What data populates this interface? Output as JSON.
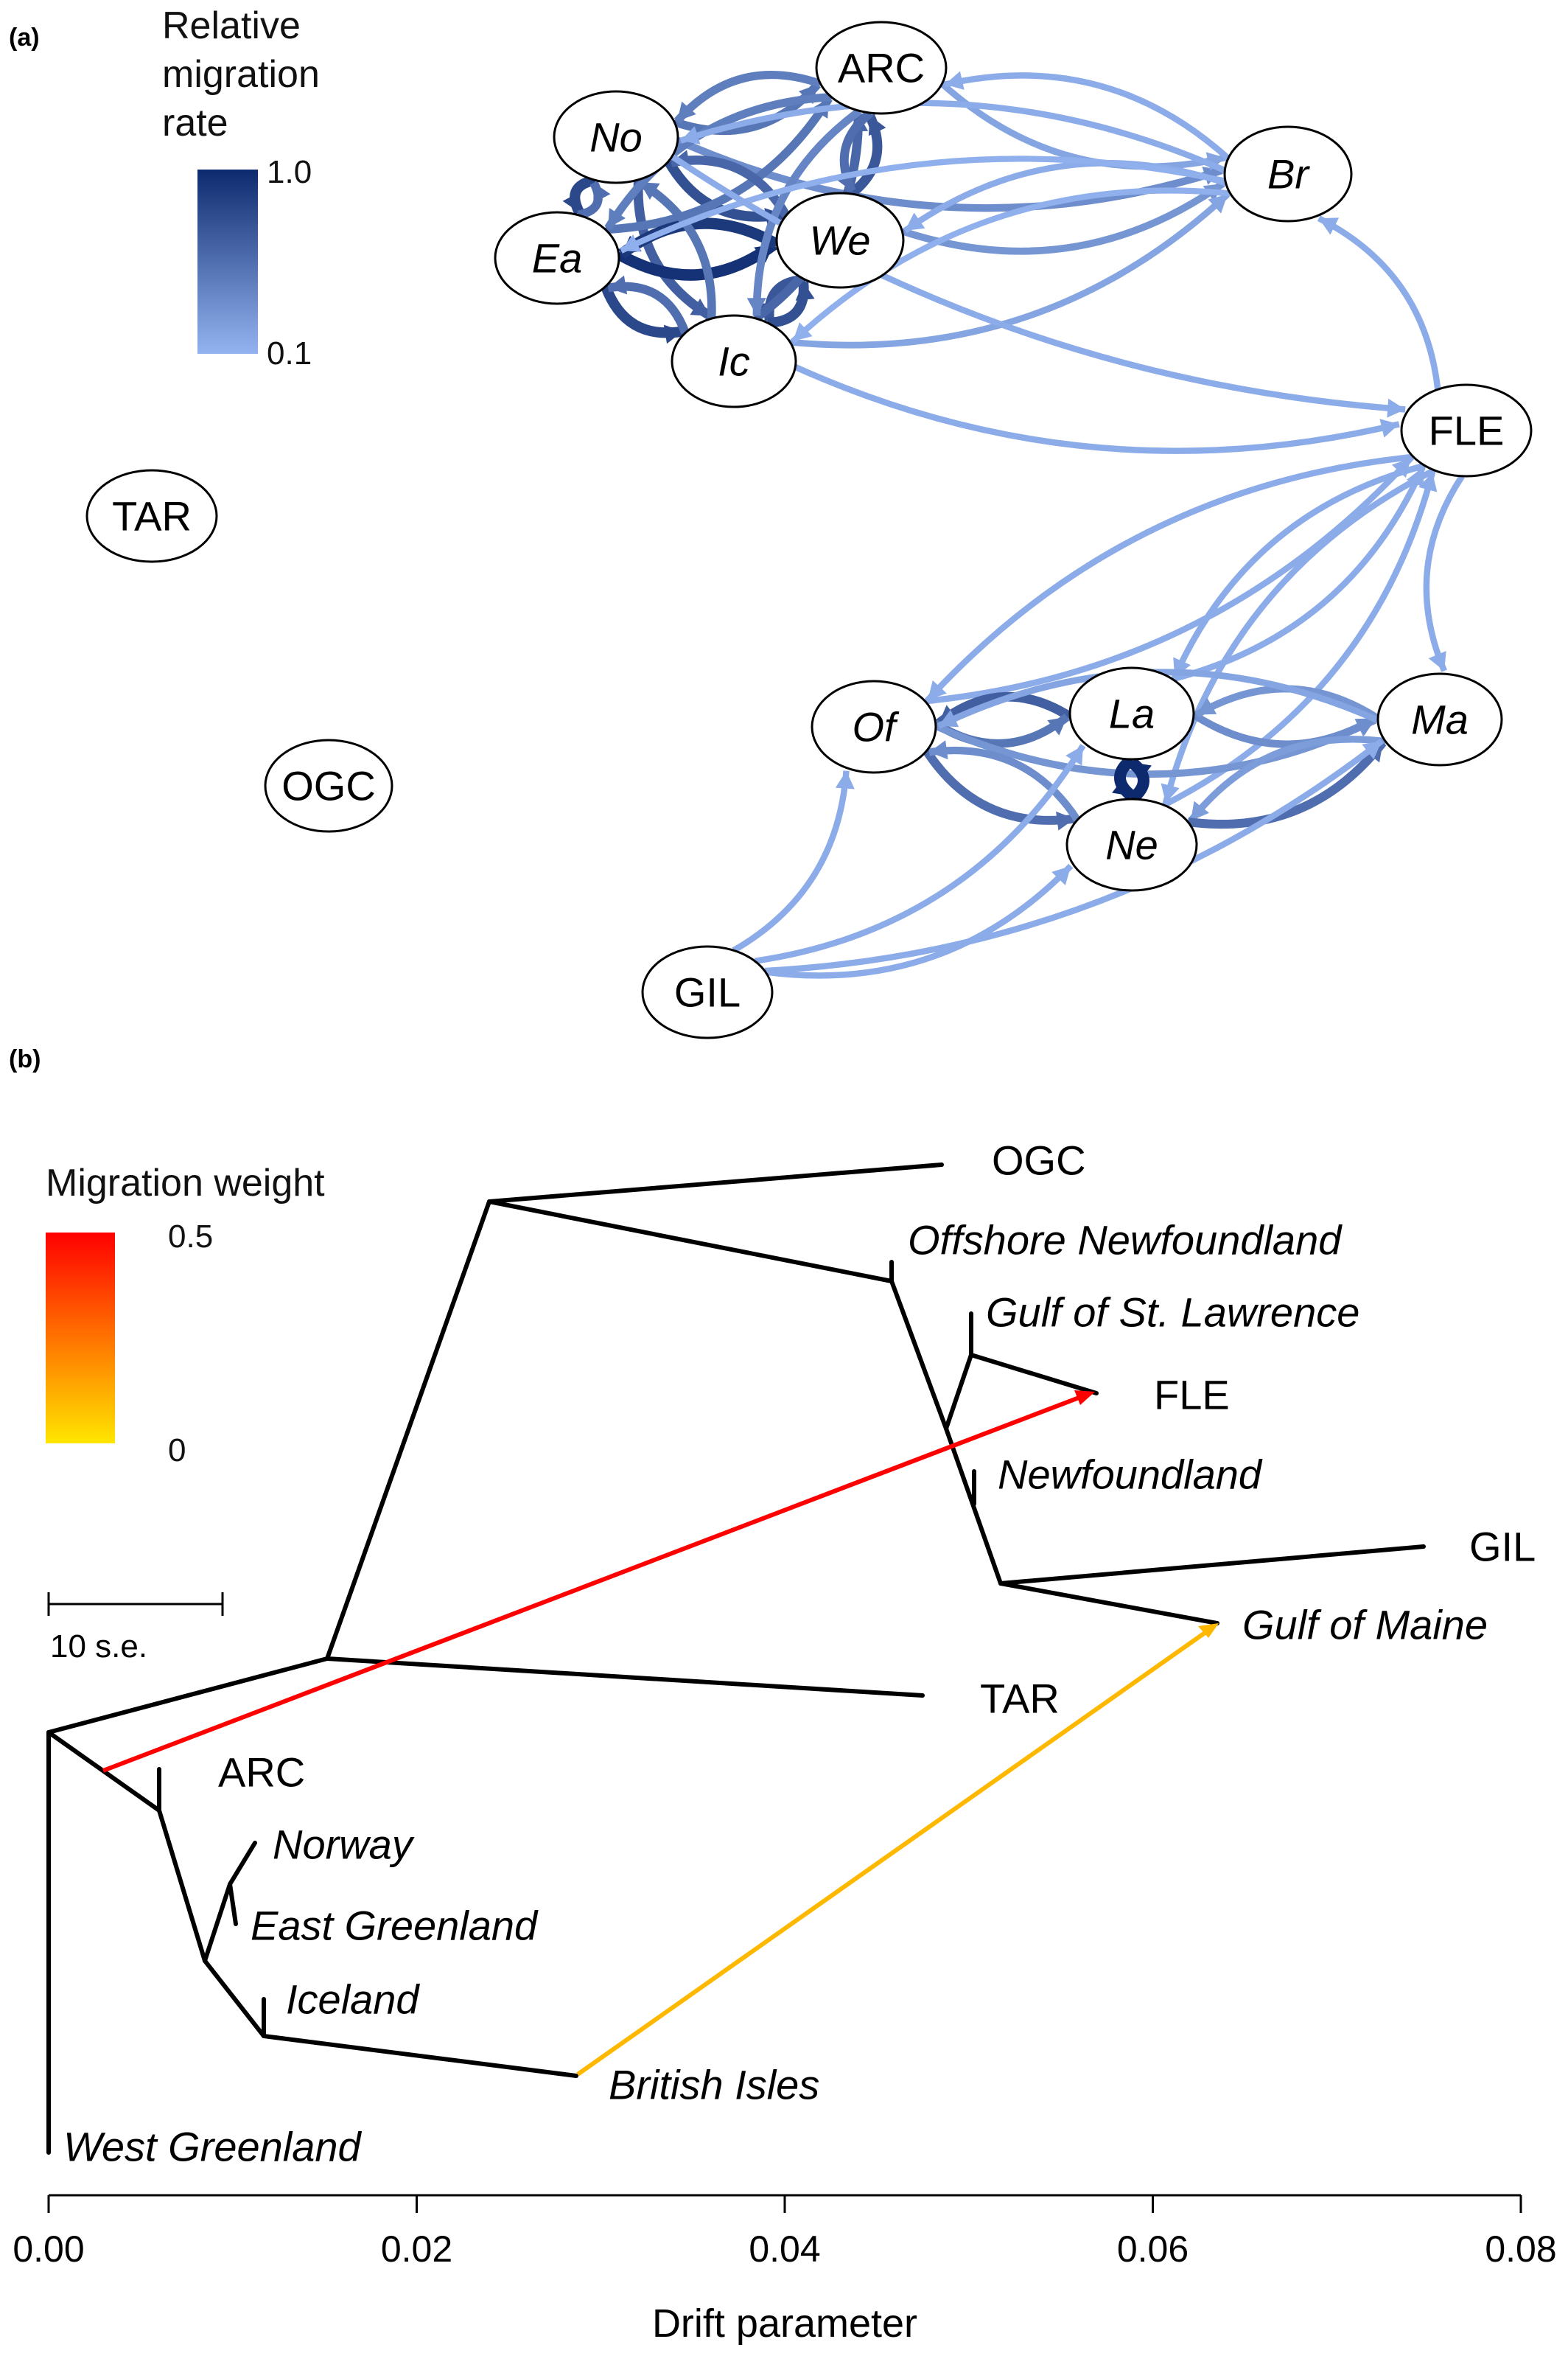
{
  "panel_a": {
    "label": "(a)",
    "legend": {
      "title_lines": [
        "Relative",
        "migration",
        "rate"
      ],
      "max_label": "1.0",
      "min_label": "0.1",
      "color_max": "#0d2a6e",
      "color_min": "#93b3f0"
    },
    "nodes": [
      {
        "id": "ARC",
        "label": "ARC",
        "italic": false
      },
      {
        "id": "No",
        "label": "No",
        "italic": true
      },
      {
        "id": "Br",
        "label": "Br",
        "italic": true
      },
      {
        "id": "Ea",
        "label": "Ea",
        "italic": true
      },
      {
        "id": "We",
        "label": "We",
        "italic": true
      },
      {
        "id": "Ic",
        "label": "Ic",
        "italic": true
      },
      {
        "id": "FLE",
        "label": "FLE",
        "italic": false
      },
      {
        "id": "TAR",
        "label": "TAR",
        "italic": false
      },
      {
        "id": "Of",
        "label": "Of",
        "italic": true
      },
      {
        "id": "La",
        "label": "La",
        "italic": true
      },
      {
        "id": "Ma",
        "label": "Ma",
        "italic": true
      },
      {
        "id": "OGC",
        "label": "OGC",
        "italic": false
      },
      {
        "id": "Ne",
        "label": "Ne",
        "italic": true
      },
      {
        "id": "GIL",
        "label": "GIL",
        "italic": false
      }
    ],
    "edges": [
      {
        "from": "No",
        "to": "Ea",
        "rate": 0.8
      },
      {
        "from": "No",
        "to": "We",
        "rate": 0.75
      },
      {
        "from": "No",
        "to": "Ic",
        "rate": 0.65
      },
      {
        "from": "No",
        "to": "ARC",
        "rate": 0.5
      },
      {
        "from": "No",
        "to": "Br",
        "rate": 0.35
      },
      {
        "from": "Ea",
        "to": "We",
        "rate": 0.95
      },
      {
        "from": "Ea",
        "to": "Ic",
        "rate": 0.8
      },
      {
        "from": "Ea",
        "to": "No",
        "rate": 0.55
      },
      {
        "from": "Ea",
        "to": "ARC",
        "rate": 0.5
      },
      {
        "from": "We",
        "to": "Ea",
        "rate": 0.9
      },
      {
        "from": "We",
        "to": "No",
        "rate": 0.6
      },
      {
        "from": "We",
        "to": "Ic",
        "rate": 0.7
      },
      {
        "from": "We",
        "to": "ARC",
        "rate": 0.7
      },
      {
        "from": "We",
        "to": "Br",
        "rate": 0.3
      },
      {
        "from": "Ic",
        "to": "We",
        "rate": 0.75
      },
      {
        "from": "Ic",
        "to": "Ea",
        "rate": 0.55
      },
      {
        "from": "Ic",
        "to": "No",
        "rate": 0.5
      },
      {
        "from": "Ic",
        "to": "ARC",
        "rate": 0.6
      },
      {
        "from": "Ic",
        "to": "Br",
        "rate": 0.2
      },
      {
        "from": "ARC",
        "to": "No",
        "rate": 0.45
      },
      {
        "from": "ARC",
        "to": "We",
        "rate": 0.55
      },
      {
        "from": "ARC",
        "to": "Ea",
        "rate": 0.45
      },
      {
        "from": "ARC",
        "to": "Ic",
        "rate": 0.4
      },
      {
        "from": "ARC",
        "to": "Br",
        "rate": 0.2
      },
      {
        "from": "Br",
        "to": "ARC",
        "rate": 0.15
      },
      {
        "from": "Br",
        "to": "No",
        "rate": 0.15
      },
      {
        "from": "Br",
        "to": "We",
        "rate": 0.15
      },
      {
        "from": "Br",
        "to": "Ea",
        "rate": 0.12
      },
      {
        "from": "Br",
        "to": "Ic",
        "rate": 0.12
      },
      {
        "from": "No",
        "to": "FLE",
        "rate": 0.15
      },
      {
        "from": "Ic",
        "to": "FLE",
        "rate": 0.15
      },
      {
        "from": "FLE",
        "to": "Br",
        "rate": 0.15
      },
      {
        "from": "FLE",
        "to": "Of",
        "rate": 0.15
      },
      {
        "from": "FLE",
        "to": "Ma",
        "rate": 0.15
      },
      {
        "from": "FLE",
        "to": "La",
        "rate": 0.15
      },
      {
        "from": "FLE",
        "to": "Ne",
        "rate": 0.15
      },
      {
        "from": "Of",
        "to": "FLE",
        "rate": 0.15
      },
      {
        "from": "La",
        "to": "FLE",
        "rate": 0.15
      },
      {
        "from": "Ne",
        "to": "FLE",
        "rate": 0.15
      },
      {
        "from": "La",
        "to": "Of",
        "rate": 0.65
      },
      {
        "from": "Of",
        "to": "La",
        "rate": 0.5
      },
      {
        "from": "Of",
        "to": "Ne",
        "rate": 0.55
      },
      {
        "from": "Of",
        "to": "Ma",
        "rate": 0.3
      },
      {
        "from": "La",
        "to": "Ne",
        "rate": 1.0
      },
      {
        "from": "Ne",
        "to": "La",
        "rate": 1.0
      },
      {
        "from": "La",
        "to": "Ma",
        "rate": 0.35
      },
      {
        "from": "Ma",
        "to": "La",
        "rate": 0.3
      },
      {
        "from": "Ma",
        "to": "Ne",
        "rate": 0.25
      },
      {
        "from": "Ma",
        "to": "Of",
        "rate": 0.2
      },
      {
        "from": "Ne",
        "to": "Ma",
        "rate": 0.55
      },
      {
        "from": "Ne",
        "to": "Of",
        "rate": 0.35
      },
      {
        "from": "GIL",
        "to": "Of",
        "rate": 0.15
      },
      {
        "from": "GIL",
        "to": "La",
        "rate": 0.15
      },
      {
        "from": "GIL",
        "to": "Ne",
        "rate": 0.15
      },
      {
        "from": "GIL",
        "to": "Ma",
        "rate": 0.15
      }
    ]
  },
  "panel_b": {
    "label": "(b)",
    "legend": {
      "title": "Migration weight",
      "max_label": "0.5",
      "min_label": "0",
      "color_max": "#ff0000",
      "color_min": "#ffe600"
    },
    "scale_bar_label": "10 s.e.",
    "axis": {
      "title": "Drift parameter",
      "ticks": [
        "0.00",
        "0.02",
        "0.04",
        "0.06",
        "0.08"
      ],
      "tick_values": [
        0.0,
        0.02,
        0.04,
        0.06,
        0.08
      ],
      "range": [
        0.0,
        0.08
      ]
    },
    "tips": [
      {
        "id": "OGC",
        "label": "OGC",
        "italic": false
      },
      {
        "id": "offshore",
        "label": "Offshore Newfoundland",
        "italic": true
      },
      {
        "id": "gsl",
        "label": "Gulf of St. Lawrence",
        "italic": true
      },
      {
        "id": "FLE",
        "label": "FLE",
        "italic": false
      },
      {
        "id": "nf",
        "label": "Newfoundland",
        "italic": true
      },
      {
        "id": "GIL",
        "label": "GIL",
        "italic": false
      },
      {
        "id": "gom",
        "label": "Gulf of Maine",
        "italic": true
      },
      {
        "id": "TAR",
        "label": "TAR",
        "italic": false
      },
      {
        "id": "ARC",
        "label": "ARC",
        "italic": false
      },
      {
        "id": "norway",
        "label": "Norway",
        "italic": true
      },
      {
        "id": "eg",
        "label": "East Greenland",
        "italic": true
      },
      {
        "id": "iceland",
        "label": "Iceland",
        "italic": true
      },
      {
        "id": "bi",
        "label": "British Isles",
        "italic": true
      },
      {
        "id": "wg",
        "label": "West Greenland",
        "italic": true
      }
    ],
    "migration_edges": [
      {
        "from_branch": "root-ARC",
        "to": "FLE",
        "weight": 0.5
      },
      {
        "from_branch": "British Isles",
        "to": "Gulf of Maine",
        "weight": 0.1
      }
    ]
  }
}
